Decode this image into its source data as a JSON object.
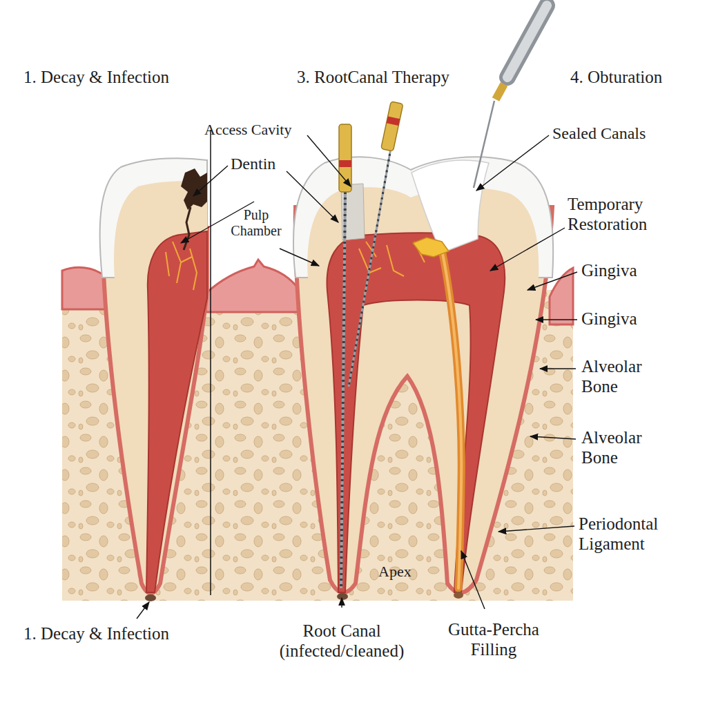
{
  "diagram": {
    "labels": [
      "1. Decay & Infection",
      "3. RootCanal Therapy",
      "4. Obturation",
      "Access Cavity",
      "Dentin",
      "Pulp Chamber",
      "Sealed Canals",
      "Temporary Restoration",
      "Gingiva",
      "Gingiva",
      "Alveolar Bone",
      "Alveolar Bone",
      "Periodontal Ligament",
      "Apex",
      "1. Decay & Infection",
      "Root Canal (infected/cleaned)",
      "Gutta-Percha Filling"
    ]
  }
}
